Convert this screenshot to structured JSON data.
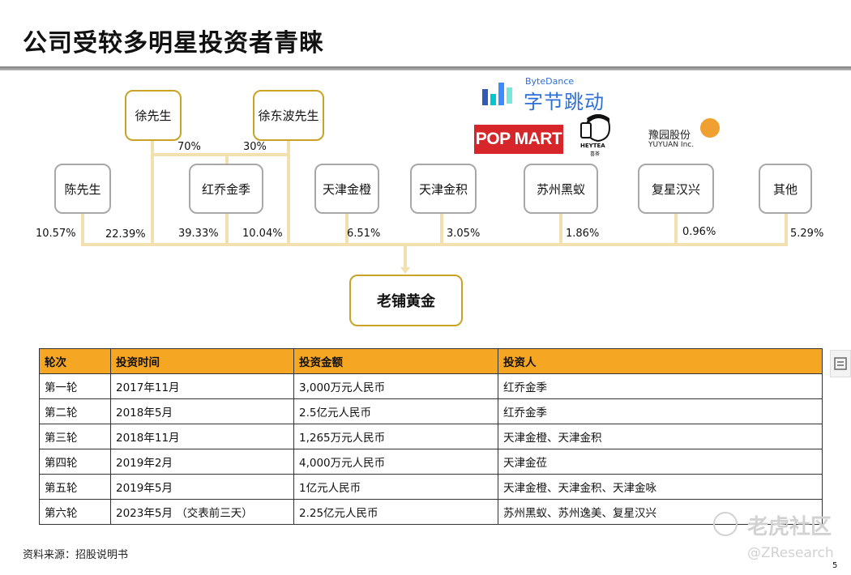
{
  "title": "公司受较多明星投资者青睐",
  "logos": {
    "bytedance_en": "ByteDance",
    "bytedance_cn": "字节跳动",
    "popmart": "POP MART",
    "heytea": "HEYTEA",
    "heytea_cn": "喜茶",
    "yuyuan_cn": "豫园股份",
    "yuyuan_en": "YUYUAN Inc."
  },
  "investors": {
    "xu": "徐先生",
    "xu_dongbo": "徐东波先生",
    "chen": "陈先生",
    "hongqiao": "红乔金季",
    "tj_cheng": "天津金橙",
    "tj_ji": "天津金积",
    "sz_heiyi": "苏州黑蚁",
    "fuxing": "复星汉兴",
    "other": "其他"
  },
  "pcts": {
    "xu_to_hq": "70%",
    "xudb_to_hq": "30%",
    "chen": "10.57%",
    "xu_direct": "22.39%",
    "hq": "39.33%",
    "xudb_direct": "10.04%",
    "tj_cheng": "6.51%",
    "tj_ji": "3.05%",
    "sz_heiyi": "1.86%",
    "fuxing": "0.96%",
    "other": "5.29%"
  },
  "target": "老铺黄金",
  "table": {
    "headers": [
      "轮次",
      "投资时间",
      "投资金额",
      "投资人"
    ],
    "rows": [
      [
        "第一轮",
        "2017年11月",
        "3,000万元人民币",
        "红乔金季"
      ],
      [
        "第二轮",
        "2018年5月",
        "2.5亿元人民币",
        "红乔金季"
      ],
      [
        "第三轮",
        "2018年11月",
        "1,265万元人民币",
        "天津金橙、天津金积"
      ],
      [
        "第四轮",
        "2019年2月",
        "4,000万元人民币",
        "天津金莅"
      ],
      [
        "第五轮",
        "2019年5月",
        "1亿元人民币",
        "天津金橙、天津金积、天津金咏"
      ],
      [
        "第六轮",
        "2023年5月 （交表前三天）",
        "2.25亿元人民币",
        "苏州黑蚁、苏州逸美、复星汉兴"
      ]
    ]
  },
  "source": "资料来源：招股说明书",
  "page_number": "5",
  "watermark": {
    "brand": "老虎社区",
    "handle": "@ZResearch"
  },
  "colors": {
    "accent_gold": "#c9a227",
    "header_orange": "#f5a623",
    "connector": "#f2e0b0",
    "bytedance_blue": "#2f6fd8",
    "popmart_red": "#d7262a"
  }
}
